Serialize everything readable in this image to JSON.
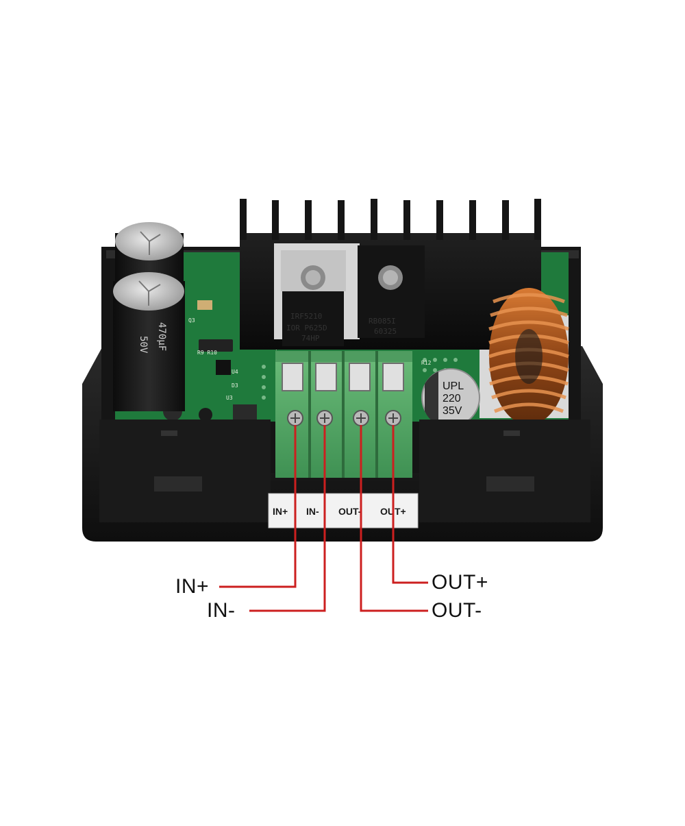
{
  "device": {
    "terminal_labels": [
      "IN+",
      "IN-",
      "OUT-",
      "OUT+"
    ],
    "callouts": {
      "in_plus": "IN+",
      "in_minus": "IN-",
      "out_plus": "OUT+",
      "out_minus": "OUT-"
    },
    "mosfet_left": {
      "line1": "IRF5210",
      "line2": "IOR P625D",
      "line3": "74HP"
    },
    "mosfet_right": {
      "line1": "RB085I",
      "line2": "60325"
    },
    "small_cap": {
      "line1": "UPL",
      "line2": "220",
      "line3": "35V"
    },
    "big_cap": {
      "line1": "470μF",
      "line2": "50V"
    },
    "colors": {
      "wire": "#cc1f1f",
      "pcb": "#1f7a3c",
      "terminal_block": "#5aa86a",
      "case": "#1c1c1c",
      "coil": "#b05a1e"
    }
  }
}
